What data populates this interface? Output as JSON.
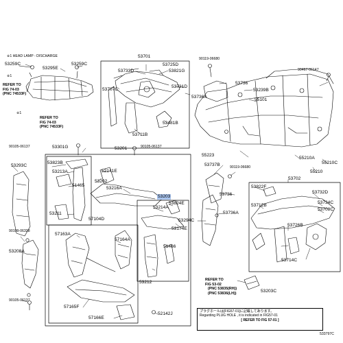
{
  "parts": {
    "p53259C_a": "53259C",
    "p53295E": "53295E",
    "p53259C_b": "53259C",
    "p53701": "53701",
    "p53725D": "53725D",
    "p53733D": "53733D",
    "p53821G": "53821G",
    "p53707C": "53707C",
    "p53731D": "53731D",
    "p53481B": "53481B",
    "p53711B": "53711B",
    "p90119": "90119-06680",
    "p53736_a": "53736",
    "p53736A_a": "53736A",
    "p53239B": "53239B",
    "p90467": "90467-06147",
    "p55101": "55101",
    "p55223": "55223",
    "p55210A": "55210A",
    "p55210C": "55210C",
    "p55210": "55210",
    "p90105_a": "90105-06137",
    "p53301G": "53301G",
    "p53201": "53201",
    "p90105_b": "90105-06137",
    "p53823B": "53823B",
    "p53293C": "53293C",
    "p53213A": "53213A",
    "p52141E": "52141E",
    "p51465_a": "51465",
    "p53202": "53202",
    "p53216A": "53216A",
    "p53211": "53211",
    "p53203": "53203",
    "p53214A": "53214A",
    "p53824E": "53824E",
    "p53174E": "53174E",
    "p53294C": "53294C",
    "p51466": "51466",
    "p53212": "53212",
    "p57104D": "57104D",
    "p57163A": "57163A",
    "p57164A": "57164A",
    "p57165F": "57165F",
    "p57166E": "57166E",
    "p52142J": "52142J",
    "p90109": "90109-06328",
    "p53208A": "53208A",
    "p90105_c": "90105-06137",
    "p53737B": "53737B",
    "p90119_b": "90119-06680",
    "p53736_b": "53736",
    "p53736A_b": "53736A",
    "p53702": "53702",
    "p53822F": "53822F",
    "p53732D": "53732D",
    "p53712B": "53712B",
    "p53734C": "53734C",
    "p53726B": "53726B",
    "p53708C": "53708C",
    "p53714C": "53714C",
    "p53203c": "53203C"
  },
  "labels": {
    "headlamp_note": "※1 HEAD LAMP - DISCHARGE",
    "asterisk_a": "※1",
    "asterisk_b": "※1",
    "diagram_id": "533797C"
  },
  "refs": {
    "ref1": {
      "title": "REFER TO",
      "fig": "FIG 74-03",
      "pnc": "(PNC 74533F)"
    },
    "ref2": {
      "title": "REFER TO",
      "fig": "FIG 74-03",
      "pnc": "(PNC 74533F)"
    },
    "ref3": {
      "title": "REFER TO",
      "fig": "FIG 53-02",
      "pnc1": "(PNC 53835(RH))",
      "pnc2": "(PNC 53836(LH))"
    }
  },
  "note": {
    "line1": "プラグホールは[FIG57-01]に記載してあります。",
    "line2": "Regarding PLUG HOLE , it is indicated in FIG57-01",
    "line3": "[ REFER TO FIG 57-01 ]"
  },
  "colors": {
    "line": "#000000",
    "highlight": "#a9c4ee",
    "background": "#ffffff"
  }
}
